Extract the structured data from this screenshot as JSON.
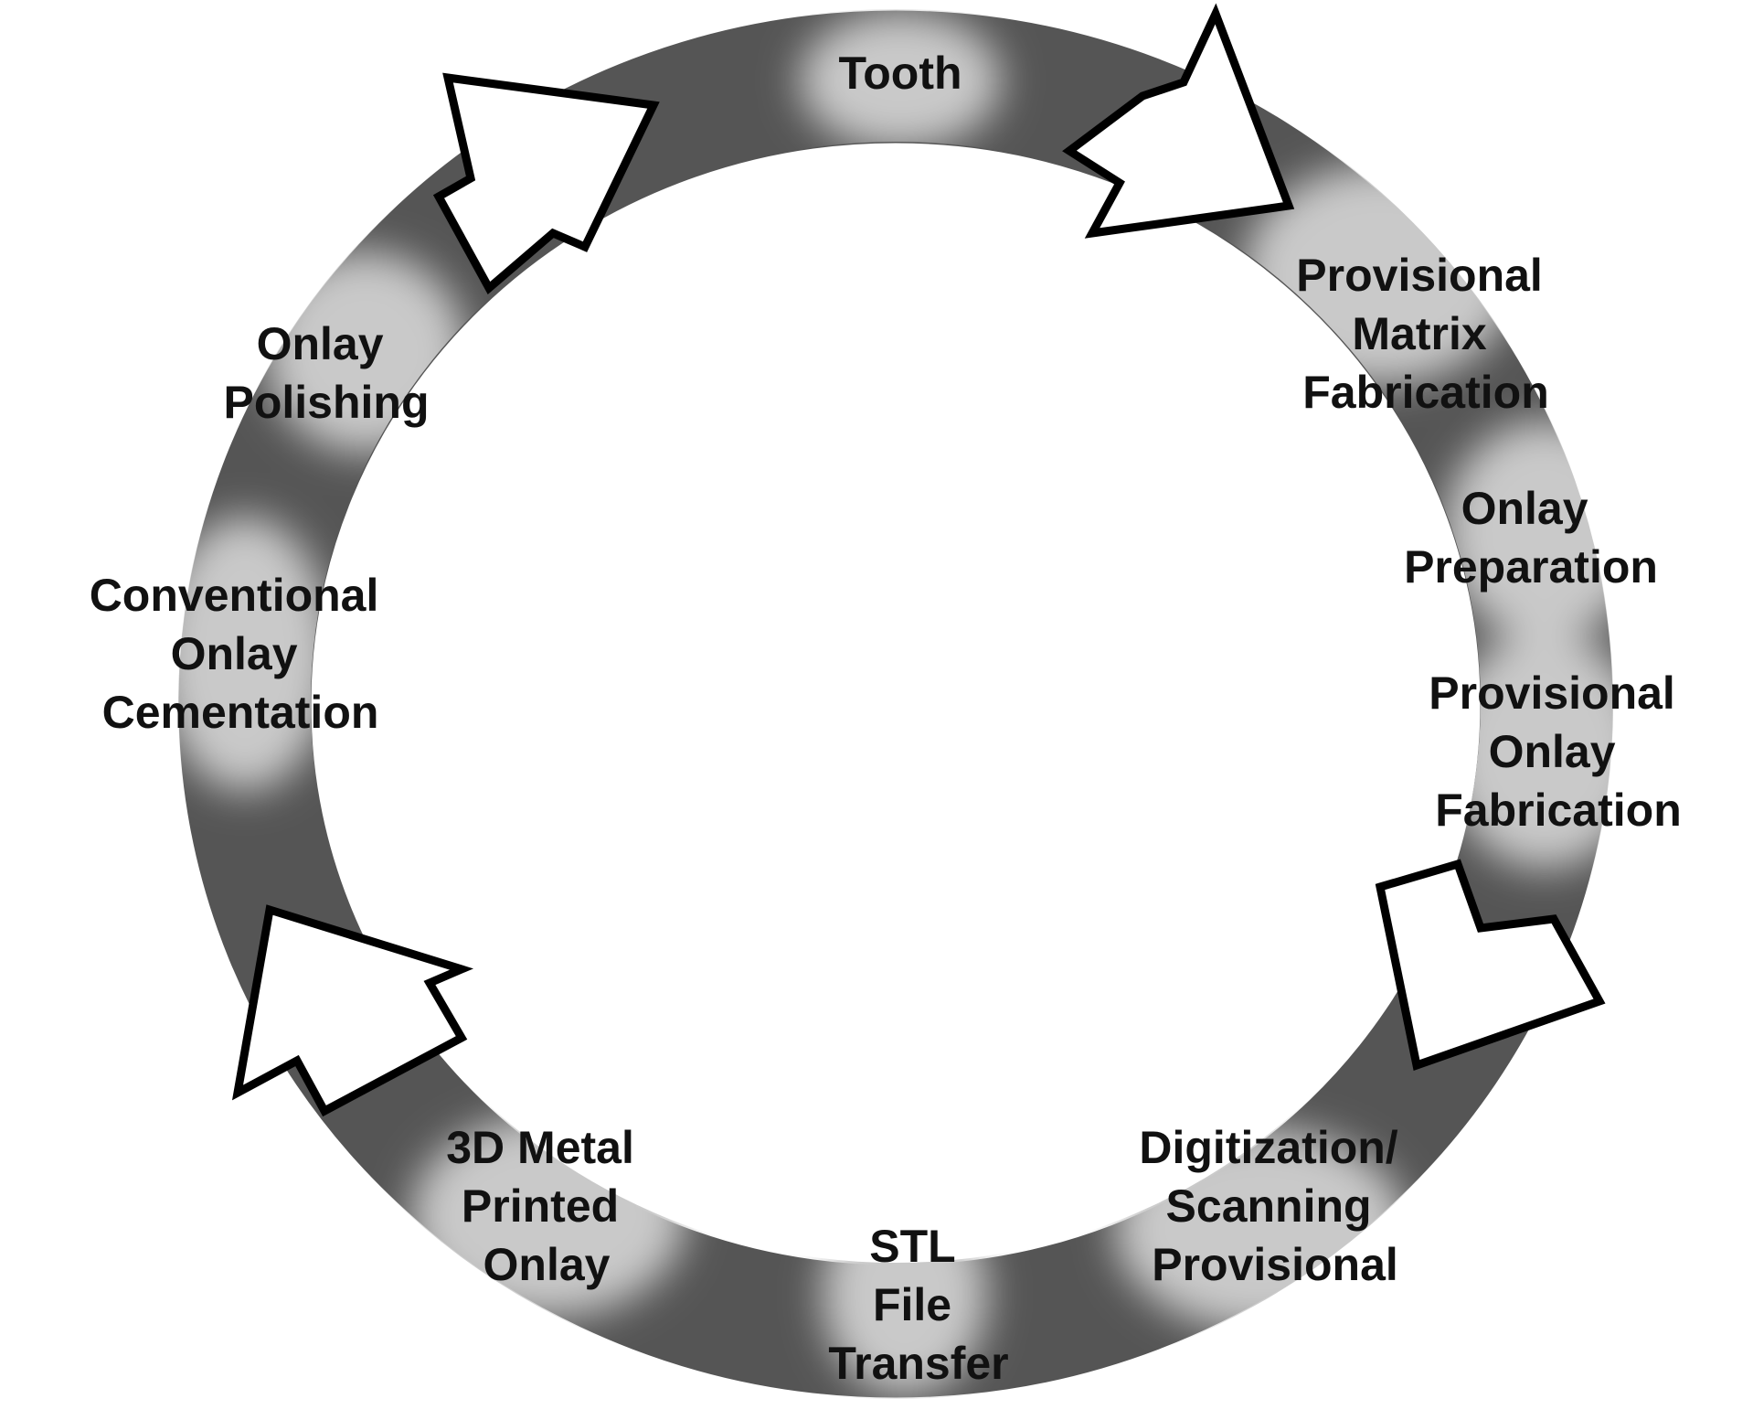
{
  "diagram": {
    "ring_color": "#555555",
    "highlight_color": "#c9c9c9",
    "arrow_fill": "#ffffff",
    "arrow_stroke": "#000000",
    "label_color": "#111111",
    "steps": [
      {
        "id": "tooth",
        "lines": [
          "Tooth"
        ]
      },
      {
        "id": "provisional-matrix-fabrication",
        "lines": [
          "Provisional",
          "Matrix",
          "Fabrication"
        ]
      },
      {
        "id": "onlay-preparation",
        "lines": [
          "Onlay",
          "Preparation"
        ]
      },
      {
        "id": "provisional-onlay-fabrication",
        "lines": [
          "Provisional",
          "Onlay",
          "Fabrication"
        ]
      },
      {
        "id": "digitization-scanning-provisional",
        "lines": [
          "Digitization/",
          "Scanning",
          "Provisional"
        ]
      },
      {
        "id": "stl-file-transfer",
        "lines": [
          "STL",
          "File",
          "Transfer"
        ]
      },
      {
        "id": "3d-metal-printed-onlay",
        "lines": [
          "3D Metal",
          "Printed",
          "Onlay"
        ]
      },
      {
        "id": "conventional-onlay-cementation",
        "lines": [
          "Conventional",
          "Onlay",
          "Cementation"
        ]
      },
      {
        "id": "onlay-polishing",
        "lines": [
          "Onlay",
          "Polishing"
        ]
      }
    ]
  }
}
